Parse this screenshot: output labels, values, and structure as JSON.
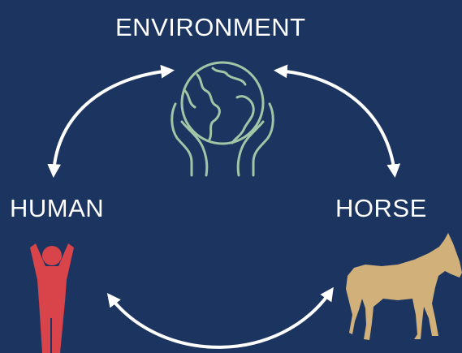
{
  "nodes": {
    "environment": "ENVIRONMENT",
    "human": "HUMAN",
    "horse": "HORSE"
  },
  "icons": {
    "environment": "globe-in-hands-icon",
    "human": "person-arms-raised-icon",
    "horse": "horse-icon"
  },
  "colors": {
    "background": "#1c3560",
    "text": "#ffffff",
    "arrows": "#ffffff",
    "globe_icon": "#9fc6a6",
    "human_icon": "#d9434a",
    "horse_icon": "#d2b07a"
  }
}
